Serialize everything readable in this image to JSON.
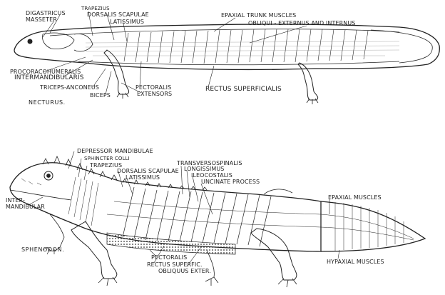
{
  "necturus": {
    "name": "NECTURUS.",
    "labels": {
      "digastricus": "DIGASTRICUS",
      "masseter": "MASSETER",
      "trapezius": "TRAPEZIUS",
      "dorsalis_scapulae": "DORSALIS SCAPULAE",
      "latissimus": "LATISSIMUS",
      "epaxial_trunk": "EPAXIAL TRUNK MUSCLES",
      "obliqui": "OBLIQUI - EXTERNUS AND INTERNUS",
      "procoracohumeralis": "PROCORACOHUMERALIS",
      "intermandibularis": "INTERMANDIBULARIS",
      "triceps_anconeus": "TRICEPS-ANCONEUS",
      "biceps": "BICEPS",
      "pectoralis": "PECTORALIS",
      "extensors": "EXTENSORS",
      "rectus_superficialis": "RECTUS SUPERFICIALIS"
    }
  },
  "sphenodon": {
    "name": "SPHENODON.",
    "labels": {
      "depressor_mandibulae": "DEPRESSOR MANDIBULAE",
      "sphincter_colli": "SPHINCTER COLLI",
      "trapezius": "TRAPEZIUS",
      "dorsalis_scapulae": "DORSALIS SCAPULAE",
      "latissimus": "LATISSIMUS",
      "transversospinalis": "TRANSVERSOSPINALIS",
      "longissimus": "LONGISSIMUS",
      "ileocostalis": "ILEOCOSTALIS",
      "uncinate_process": "UNCINATE PROCESS",
      "epaxial_muscles": "EPAXIAL MUSCLES",
      "intermandibular_1": "INTER-",
      "intermandibular_2": "MANDIBULAR",
      "pectoralis": "PECTORALIS",
      "rectus_superfic": "RECTUS SUPERFIC.",
      "obliquus_exter": "OBLIQUUS EXTER.",
      "hypaxial_muscles": "HYPAXIAL MUSCLES"
    }
  }
}
